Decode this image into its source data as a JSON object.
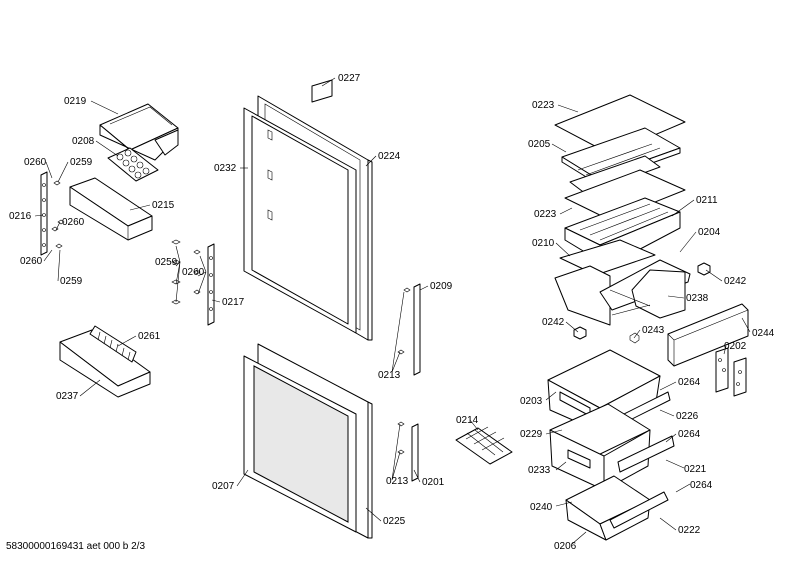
{
  "footer": "58300000169431 aet 000 b 2/3",
  "labels": {
    "p0227": "0227",
    "p0219": "0219",
    "p0208": "0208",
    "p0260a": "0260",
    "p0259a": "0259",
    "p0216": "0216",
    "p0215": "0215",
    "p0260b": "0260",
    "p0260c": "0260",
    "p0259b": "0259",
    "p0259c": "0259",
    "p0260d": "0260",
    "p0217": "0217",
    "p0232": "0232",
    "p0224": "0224",
    "p0261": "0261",
    "p0237": "0237",
    "p0209": "0209",
    "p0213a": "0213",
    "p0214": "0214",
    "p0207": "0207",
    "p0213b": "0213",
    "p0201": "0201",
    "p0225": "0225",
    "p0223a": "0223",
    "p0205": "0205",
    "p0223b": "0223",
    "p0211": "0211",
    "p0210": "0210",
    "p0204": "0204",
    "p0242a": "0242",
    "p0238": "0238",
    "p0242b": "0242",
    "p0243": "0243",
    "p0244": "0244",
    "p0202": "0202",
    "p0203": "0203",
    "p0264a": "0264",
    "p0226": "0226",
    "p0229": "0229",
    "p0264b": "0264",
    "p0233": "0233",
    "p0221": "0221",
    "p0264c": "0264",
    "p0240": "0240",
    "p0222": "0222",
    "p0206": "0206"
  }
}
